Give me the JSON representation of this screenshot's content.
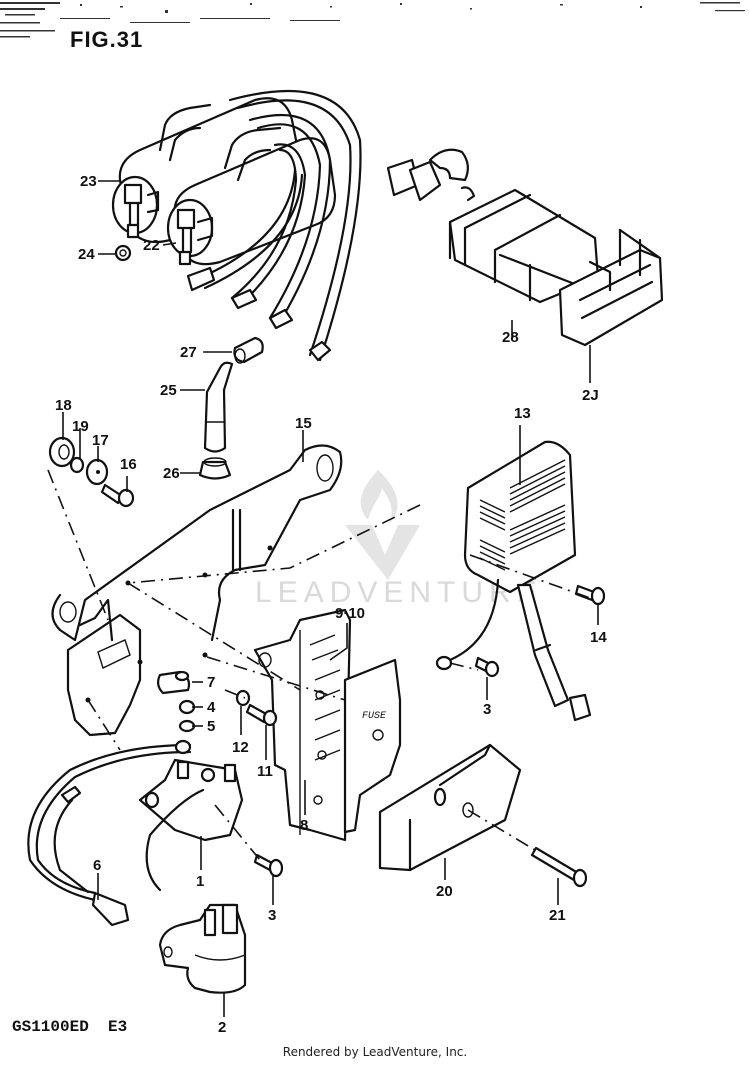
{
  "figure": {
    "title": "FIG.31",
    "model_code": "GS1100ED  E3",
    "watermark": "LEADVENTURE",
    "footer": "Rendered by LeadVenture, Inc."
  },
  "callouts": {
    "p1": "1",
    "p2": "2",
    "p3a": "3",
    "p3b": "3",
    "p4": "4",
    "p5": "5",
    "p6": "6",
    "p7": "7",
    "p8": "8",
    "p9_10": "9·10",
    "p11": "11",
    "p12": "12",
    "p13": "13",
    "p14": "14",
    "p15": "15",
    "p16": "16",
    "p17": "17",
    "p18": "18",
    "p19": "19",
    "p20": "20",
    "p21": "21",
    "p22": "22",
    "p23": "23",
    "p24": "24",
    "p25": "25",
    "p26": "26",
    "p27": "27",
    "p28": "28",
    "p29": "2J"
  },
  "labels": {
    "fuse_cover_text": "FUSE"
  },
  "colors": {
    "ink": "#111111",
    "background": "#ffffff",
    "watermark": "#d9d9d9"
  }
}
